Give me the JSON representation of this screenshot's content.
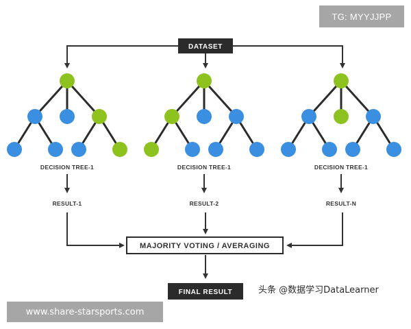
{
  "dataset_label": "DATASET",
  "trees": [
    {
      "label": "DECISION TREE-1",
      "result": "RESULT-1",
      "green": [
        "root",
        "L1c",
        "L2d"
      ]
    },
    {
      "label": "DECISION TREE-1",
      "result": "RESULT-2",
      "green": [
        "root",
        "L1a",
        "L2a"
      ]
    },
    {
      "label": "DECISION TREE-1",
      "result": "RESULT-N",
      "green": [
        "root",
        "L1b"
      ]
    }
  ],
  "aggregate_label": "MAJORITY VOTING / AVERAGING",
  "final_label": "FINAL RESULT",
  "overlays": {
    "tg": "TG: MYYJJPP",
    "url": "www.share-starsports.com",
    "watermark": "头条 @数据学习DataLearner"
  },
  "colors": {
    "green": "#8dc21f",
    "blue": "#3a8fe0",
    "dark": "#2b2b2b",
    "line": "#333333"
  }
}
